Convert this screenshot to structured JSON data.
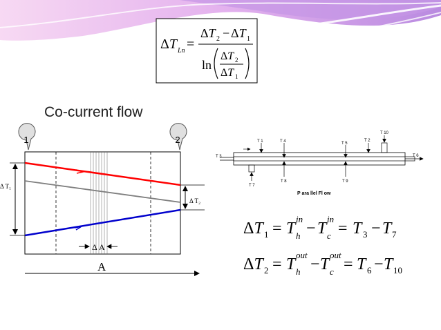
{
  "colors": {
    "banner_light": "#f3c8f0",
    "banner_mid": "#d49be8",
    "banner_deep": "#8e5fcf",
    "hot": "#ff0000",
    "cold": "#0000cc",
    "wall": "#7f7f7f",
    "ink": "#000000"
  },
  "formula_lmtd": {
    "lhs_delta": "Δ",
    "lhs_T": "T",
    "lhs_sub": "Ln",
    "equals": "=",
    "num_d2": "Δ",
    "num_T2": "T",
    "num_s2": "2",
    "minus": "−",
    "num_d1": "Δ",
    "num_T1": "T",
    "num_s1": "1",
    "ln": "ln",
    "inner_d2": "Δ",
    "inner_T2": "T",
    "inner_s2": "2",
    "inner_d1": "Δ",
    "inner_T1": "T",
    "inner_s1": "1"
  },
  "heading": "Co-current flow",
  "left_diagram": {
    "callout_1": "1",
    "callout_2": "2",
    "dT1_label": "Δ T₁",
    "dT2_label": "Δ T₂",
    "dA_label": "Δ A",
    "A_label": "A"
  },
  "right_diagram": {
    "T1": "T 1",
    "T2": "T 2",
    "T3": "T 3",
    "T4": "T 4",
    "T5": "T 5",
    "T6": "T 6",
    "T7": "T 7",
    "T8": "T 8",
    "T9": "T 9",
    "T10": "T 10",
    "caption": "P ara llel Fl ow"
  },
  "eq1": {
    "delta": "Δ",
    "T": "T",
    "sub": "1",
    "eq": "=",
    "Th": "T",
    "Th_sup": "in",
    "Th_sub": "h",
    "minus": "−",
    "Tc": "T",
    "Tc_sup": "in",
    "Tc_sub": "c",
    "eq2": "=",
    "Ta": "T",
    "Ta_sub": "3",
    "minus2": "−",
    "Tb": "T",
    "Tb_sub": "7"
  },
  "eq2": {
    "delta": "Δ",
    "T": "T",
    "sub": "2",
    "eq": "=",
    "Th": "T",
    "Th_sup": "out",
    "Th_sub": "h",
    "minus": "−",
    "Tc": "T",
    "Tc_sup": "out",
    "Tc_sub": "c",
    "eq2": "=",
    "Ta": "T",
    "Ta_sub": "6",
    "minus2": "−",
    "Tb": "T",
    "Tb_sub": "10"
  }
}
